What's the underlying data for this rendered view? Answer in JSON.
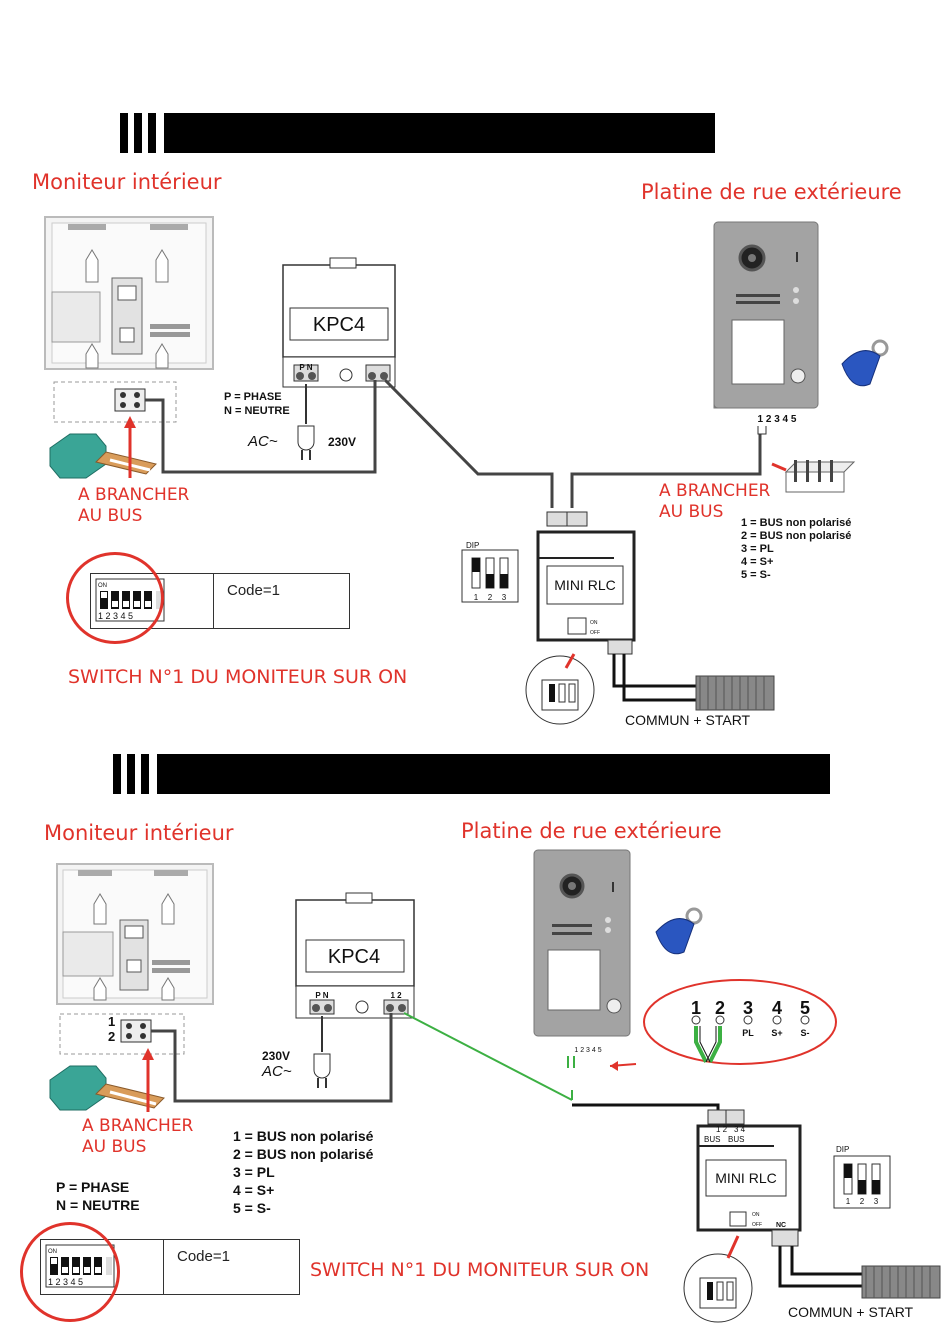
{
  "section1": {
    "monitor_title": "Moniteur intérieur",
    "panel_title": "Platine de rue extérieure",
    "power_supply": "KPC4",
    "pn_terminal": "P  N",
    "phase_label": "P = PHASE",
    "neutre_label": "N = NEUTRE",
    "ac_label": "AC~",
    "voltage_label": "230V",
    "connect_monitor": [
      "A BRANCHER",
      "AU BUS"
    ],
    "connect_panel": [
      "A BRANCHER",
      "AU BUS"
    ],
    "panel_terminals": "1 2 3 4 5",
    "terminal_legend": [
      "1 = BUS non polarisé",
      "2 = BUS non polarisé",
      "3 = PL",
      "4 = S+",
      "5 = S-"
    ],
    "relay": "MINI RLC",
    "dip_label": "DIP",
    "dip_numbers": [
      "1",
      "2",
      "3"
    ],
    "switch_on": "ON",
    "switch_off": "OFF",
    "switch_numbers": "1 2 3 4 5",
    "code_label": "Code=1",
    "switch_note": "SWITCH N°1  DU MONITEUR SUR ON",
    "gate_label": "COMMUN + START"
  },
  "section2": {
    "monitor_title": "Moniteur intérieur",
    "panel_title": "Platine de rue extérieure",
    "power_supply": "KPC4",
    "pn_terminal": "P  N",
    "bus_terminal": "1  2",
    "monitor_terminal_1": "1",
    "monitor_terminal_2": "2",
    "ac_label": "AC~",
    "voltage_label": "230V",
    "connect_monitor": [
      "A BRANCHER",
      "AU BUS"
    ],
    "terminal_legend": [
      "1 = BUS non polarisé",
      "2 = BUS non polarisé",
      "3 = PL",
      "4 = S+",
      "5 = S-"
    ],
    "phase_label": "P = PHASE",
    "neutre_label": "N = NEUTRE",
    "zoom_numbers": [
      "1",
      "2",
      "3",
      "4",
      "5"
    ],
    "zoom_labels": [
      "PL",
      "S+",
      "S-"
    ],
    "panel_terminals": "1 2 3 4 5",
    "relay": "MINI RLC",
    "relay_terminals": [
      "1 2",
      "3 4"
    ],
    "relay_bus": [
      "BUS",
      "BUS"
    ],
    "relay_nc": "NC",
    "dip_label": "DIP",
    "dip_numbers": [
      "1",
      "2",
      "3"
    ],
    "switch_on": "ON",
    "switch_off": "OFF",
    "switch_numbers": "1 2 3 4 5",
    "code_label": "Code=1",
    "switch_note": "SWITCH N°1  DU MONITEUR SUR ON",
    "gate_label": "COMMUN + START"
  }
}
